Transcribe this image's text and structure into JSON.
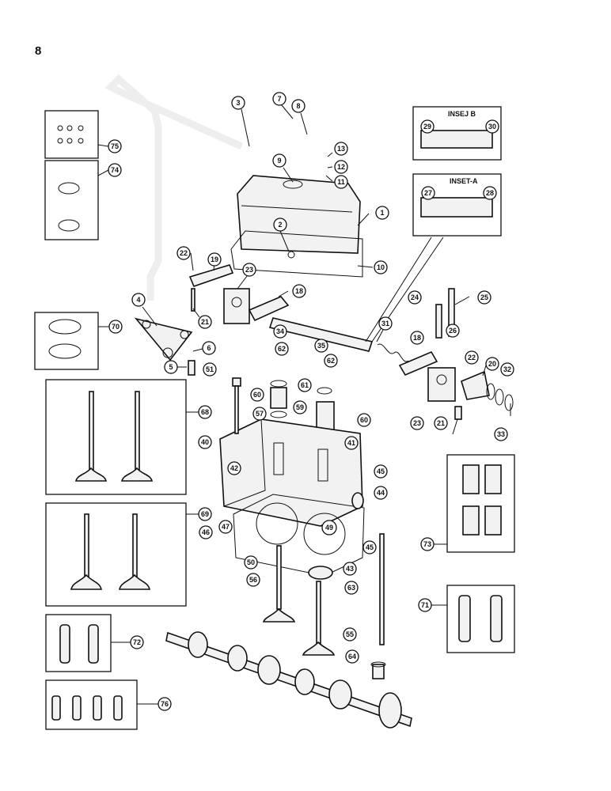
{
  "page": {
    "number": "8"
  },
  "insets": [
    {
      "id": "inset-b",
      "title": "INSEJ B",
      "parts": [
        "29",
        "30"
      ]
    },
    {
      "id": "inset-a",
      "title": "INSET-A",
      "parts": [
        "27",
        "28"
      ]
    }
  ],
  "callouts": {
    "c1": "1",
    "c2": "2",
    "c3": "3",
    "c4": "4",
    "c5": "5",
    "c6": "6",
    "c7": "7",
    "c8": "8",
    "c9": "9",
    "c10": "10",
    "c11": "11",
    "c12": "12",
    "c13": "13",
    "c18a": "18",
    "c18b": "18",
    "c19": "19",
    "c20": "20",
    "c21a": "21",
    "c21b": "21",
    "c22a": "22",
    "c22b": "22",
    "c23a": "23",
    "c23b": "23",
    "c24": "24",
    "c25": "25",
    "c26": "26",
    "c27": "27",
    "c28": "28",
    "c29": "29",
    "c30": "30",
    "c31": "31",
    "c32": "32",
    "c33": "33",
    "c34": "34",
    "c35": "35",
    "c40": "40",
    "c41": "41",
    "c42": "42",
    "c43": "43",
    "c44": "44",
    "c45a": "45",
    "c45b": "45",
    "c46": "46",
    "c47": "47",
    "c49": "49",
    "c50": "50",
    "c51": "51",
    "c55": "55",
    "c56": "56",
    "c57": "57",
    "c59": "59",
    "c60a": "60",
    "c60b": "60",
    "c61": "61",
    "c62a": "62",
    "c62b": "62",
    "c63": "63",
    "c64": "64",
    "c68": "68",
    "c69": "69",
    "c70": "70",
    "c71": "71",
    "c72": "72",
    "c73": "73",
    "c74": "74",
    "c75": "75",
    "c76": "76"
  }
}
